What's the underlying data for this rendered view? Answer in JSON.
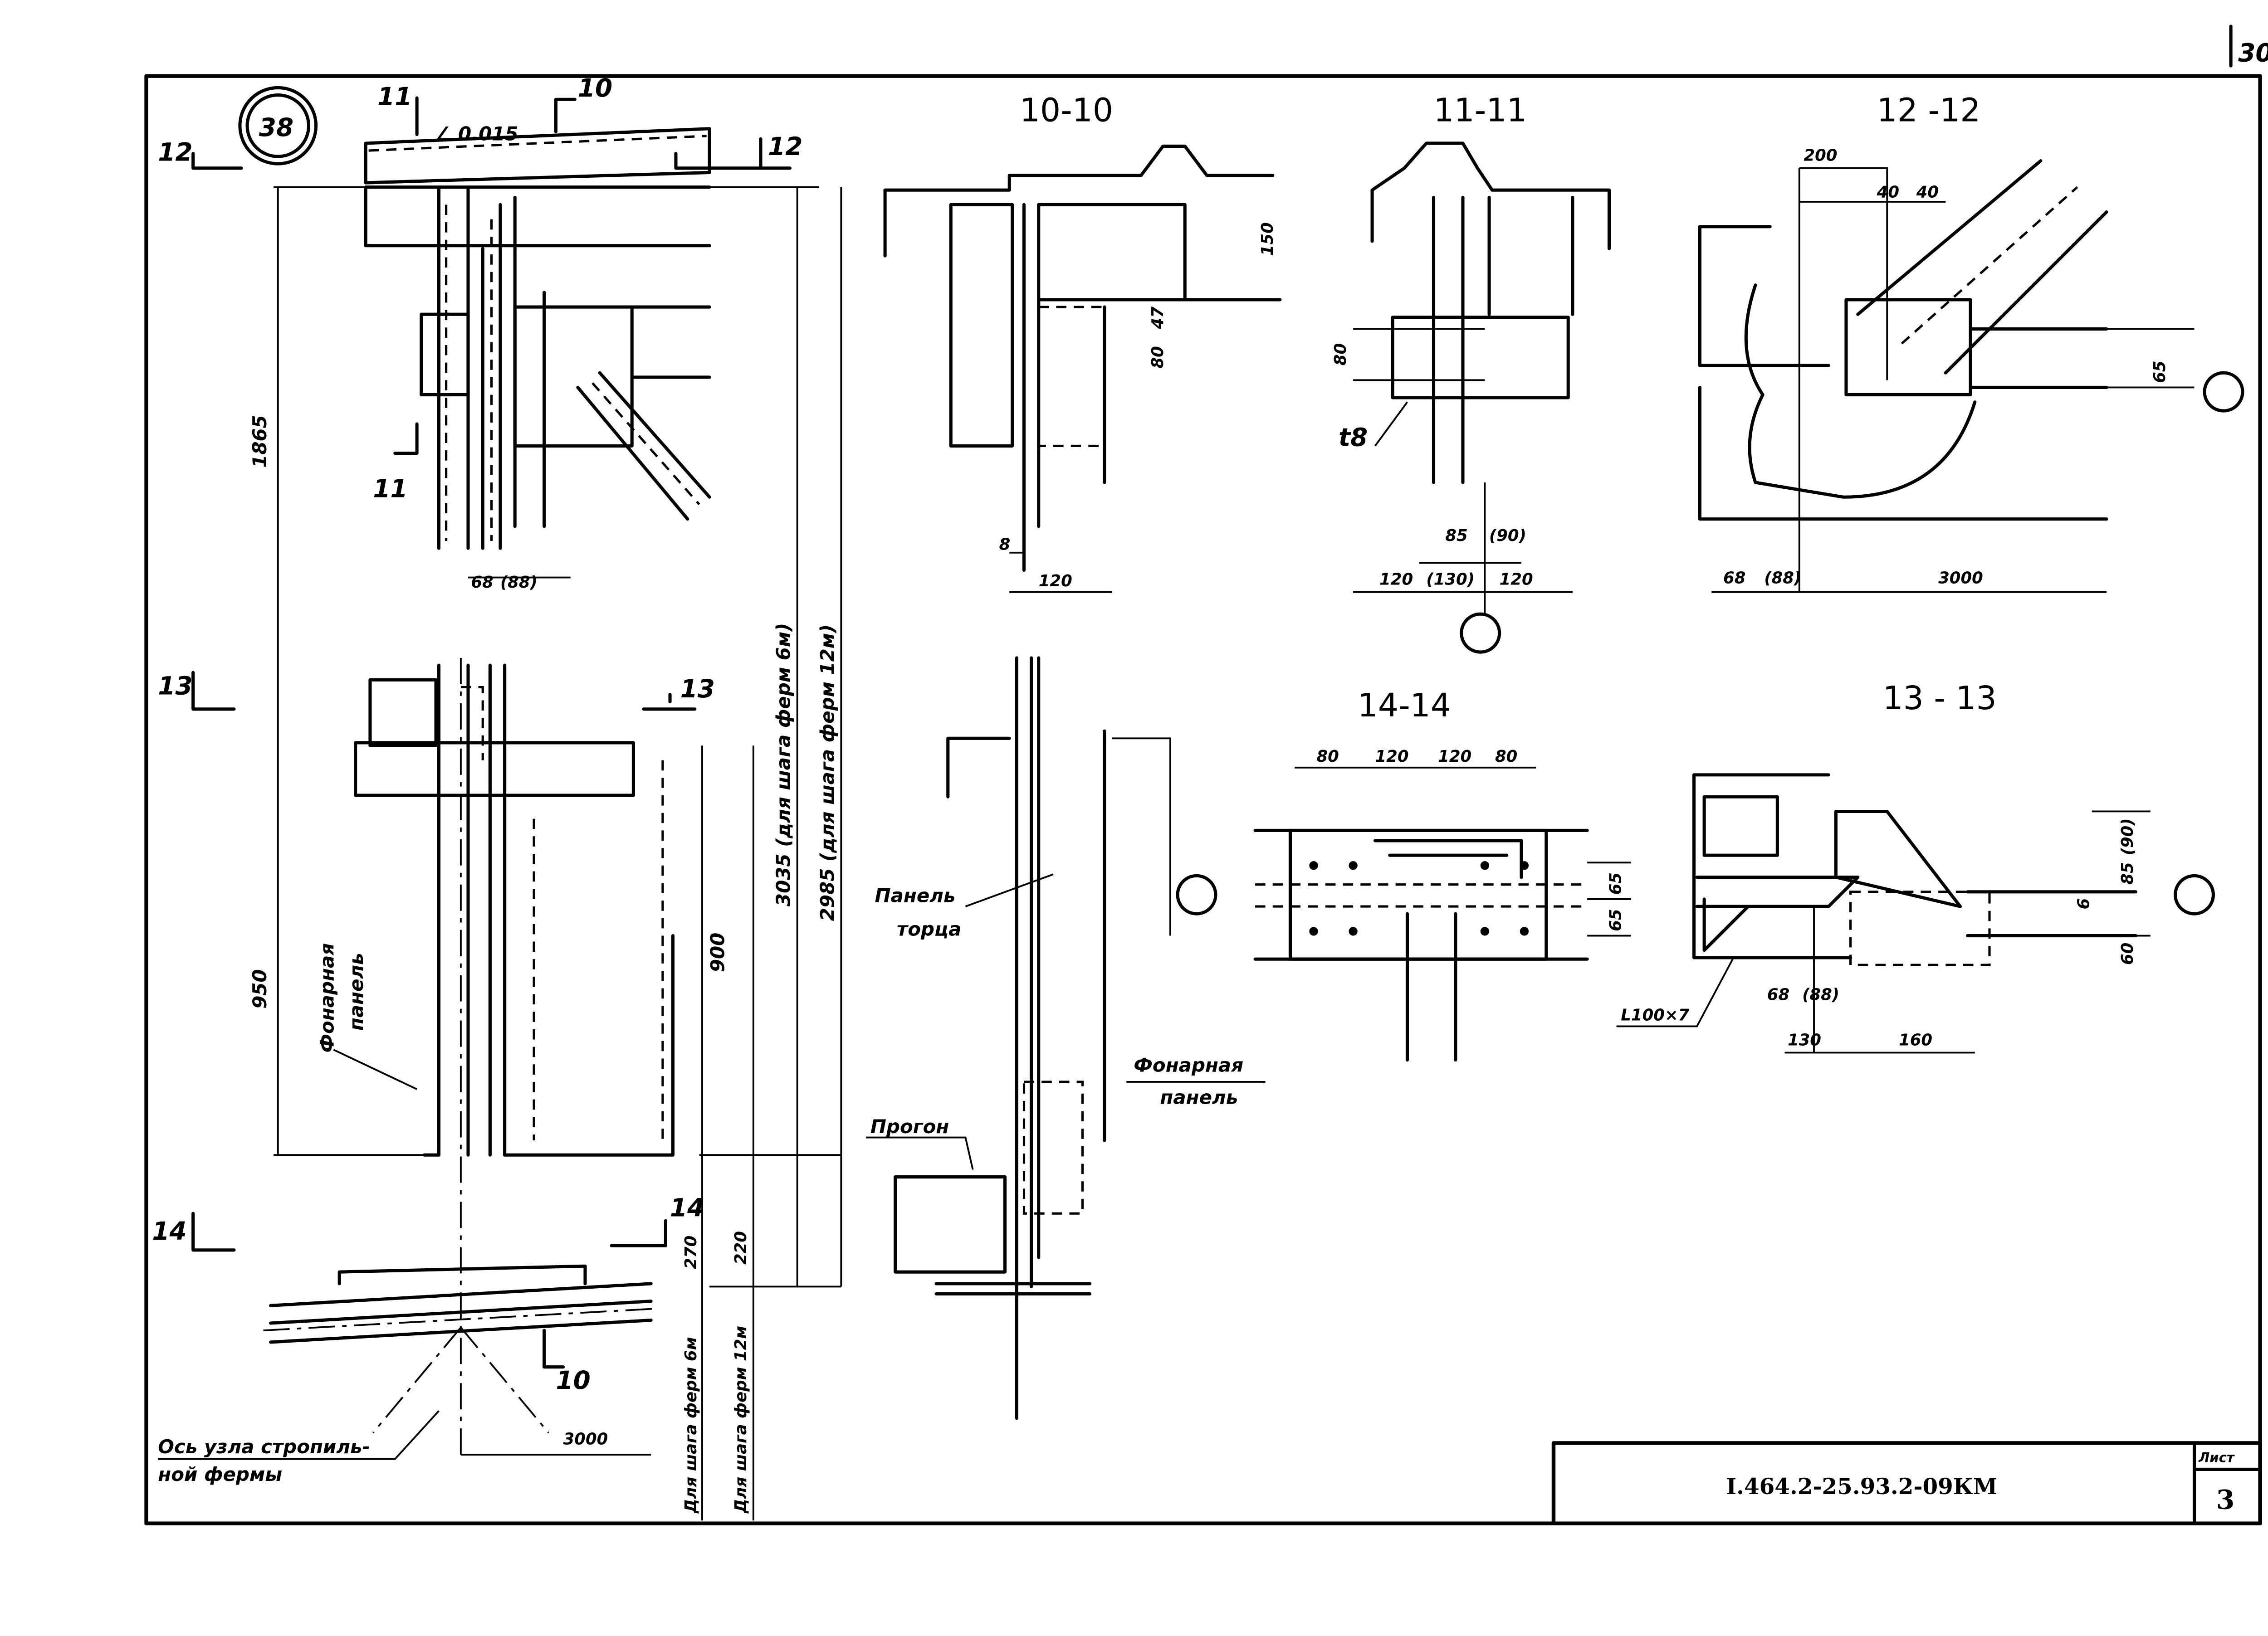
{
  "drawing": {
    "node_number": "38",
    "corner_mark": "30",
    "slope": "∠ 0.015",
    "section_marks": {
      "s10a": "10",
      "s10b": "10",
      "s11a": "11",
      "s11b": "11",
      "s12a": "12",
      "s12b": "12",
      "s13a": "13",
      "s13b": "13",
      "s14a": "14",
      "s14b": "14"
    },
    "main_view": {
      "dim_1865": "1865",
      "dim_68": "68",
      "dim_88": "(88)",
      "dim_950": "950",
      "dim_900": "900",
      "dim_3035": "3035 (для шага ферм 6м)",
      "dim_2985": "2985 (для шага ферм 12м)",
      "dim_270": "270",
      "dim_220": "220",
      "note_6m": "Для шага ферм 6м",
      "note_12m": "Для шага ферм 12м",
      "dim_3000": "3000",
      "lantern_panel_1": "Фонарная",
      "lantern_panel_2": "панель",
      "truss_axis_1": "Ось узла стропиль-",
      "truss_axis_2": "ной фермы"
    },
    "section_10_10": {
      "title": "10-10",
      "dim_150": "150",
      "dim_47": "47",
      "dim_80": "80",
      "dim_8": "8",
      "dim_120": "120",
      "end_panel_1": "Панель",
      "end_panel_2": "торца",
      "lantern_panel_1": "Фонарная",
      "lantern_panel_2": "панель",
      "purlin": "Прогон"
    },
    "section_11_11": {
      "title": "11-11",
      "dim_80": "80",
      "plate": "t8",
      "dim_85": "85",
      "dim_90": "(90)",
      "dim_120a": "120",
      "dim_130": "(130)",
      "dim_120b": "120"
    },
    "section_12_12": {
      "title": "12 -12",
      "dim_200": "200",
      "dim_40a": "40",
      "dim_40b": "40",
      "dim_65": "65",
      "dim_68": "68",
      "dim_88": "(88)",
      "dim_3000": "3000"
    },
    "section_14_14": {
      "title": "14-14",
      "dim_80a": "80",
      "dim_120a": "120",
      "dim_120b": "120",
      "dim_80b": "80",
      "dim_65a": "65",
      "dim_65b": "65"
    },
    "section_13_13": {
      "title": "13 - 13",
      "dim_90": "(90)",
      "dim_85": "85",
      "dim_6": "6",
      "dim_60": "60",
      "angle": "L100×7",
      "dim_68": "68",
      "dim_88": "(88)",
      "dim_130": "130",
      "dim_160": "160"
    }
  },
  "title_block": {
    "code": "I.464.2-25.93.2-09КМ",
    "sheet_label": "Лист",
    "sheet_number": "3"
  }
}
